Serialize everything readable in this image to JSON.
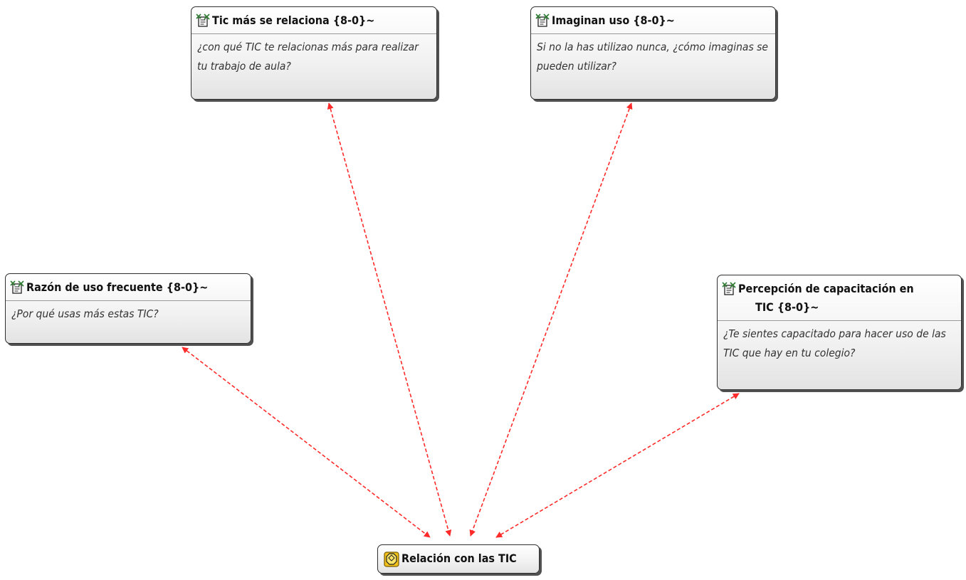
{
  "links": {
    "color": "#ff2a2a",
    "style": "dashed",
    "arrows": "both"
  },
  "nodes": {
    "tic": {
      "title": "Tic más se relaciona {8-0}~",
      "comment": "¿con qué TIC te relacionas más para realizar tu trabajo de aula?",
      "icon": "memo-code-icon"
    },
    "imaginan": {
      "title": "Imaginan uso {8-0}~",
      "comment": "Si no la has utilizao nunca, ¿cómo imaginas se pueden utilizar?",
      "icon": "memo-code-icon"
    },
    "razon": {
      "title": "Razón de uso frecuente {8-0}~",
      "comment": "¿Por qué usas más estas TIC?",
      "icon": "memo-code-icon"
    },
    "percepcion": {
      "title_line1": "Percepción de capacitación en",
      "title_line2": "TIC {8-0}~",
      "comment": "¿Te sientes capacitado para hacer uso de las TIC que hay en tu colegio?",
      "icon": "memo-code-icon"
    },
    "relacion": {
      "title": "Relación con las TIC",
      "icon": "code-family-icon",
      "icon_color": "#f2c21b"
    }
  }
}
